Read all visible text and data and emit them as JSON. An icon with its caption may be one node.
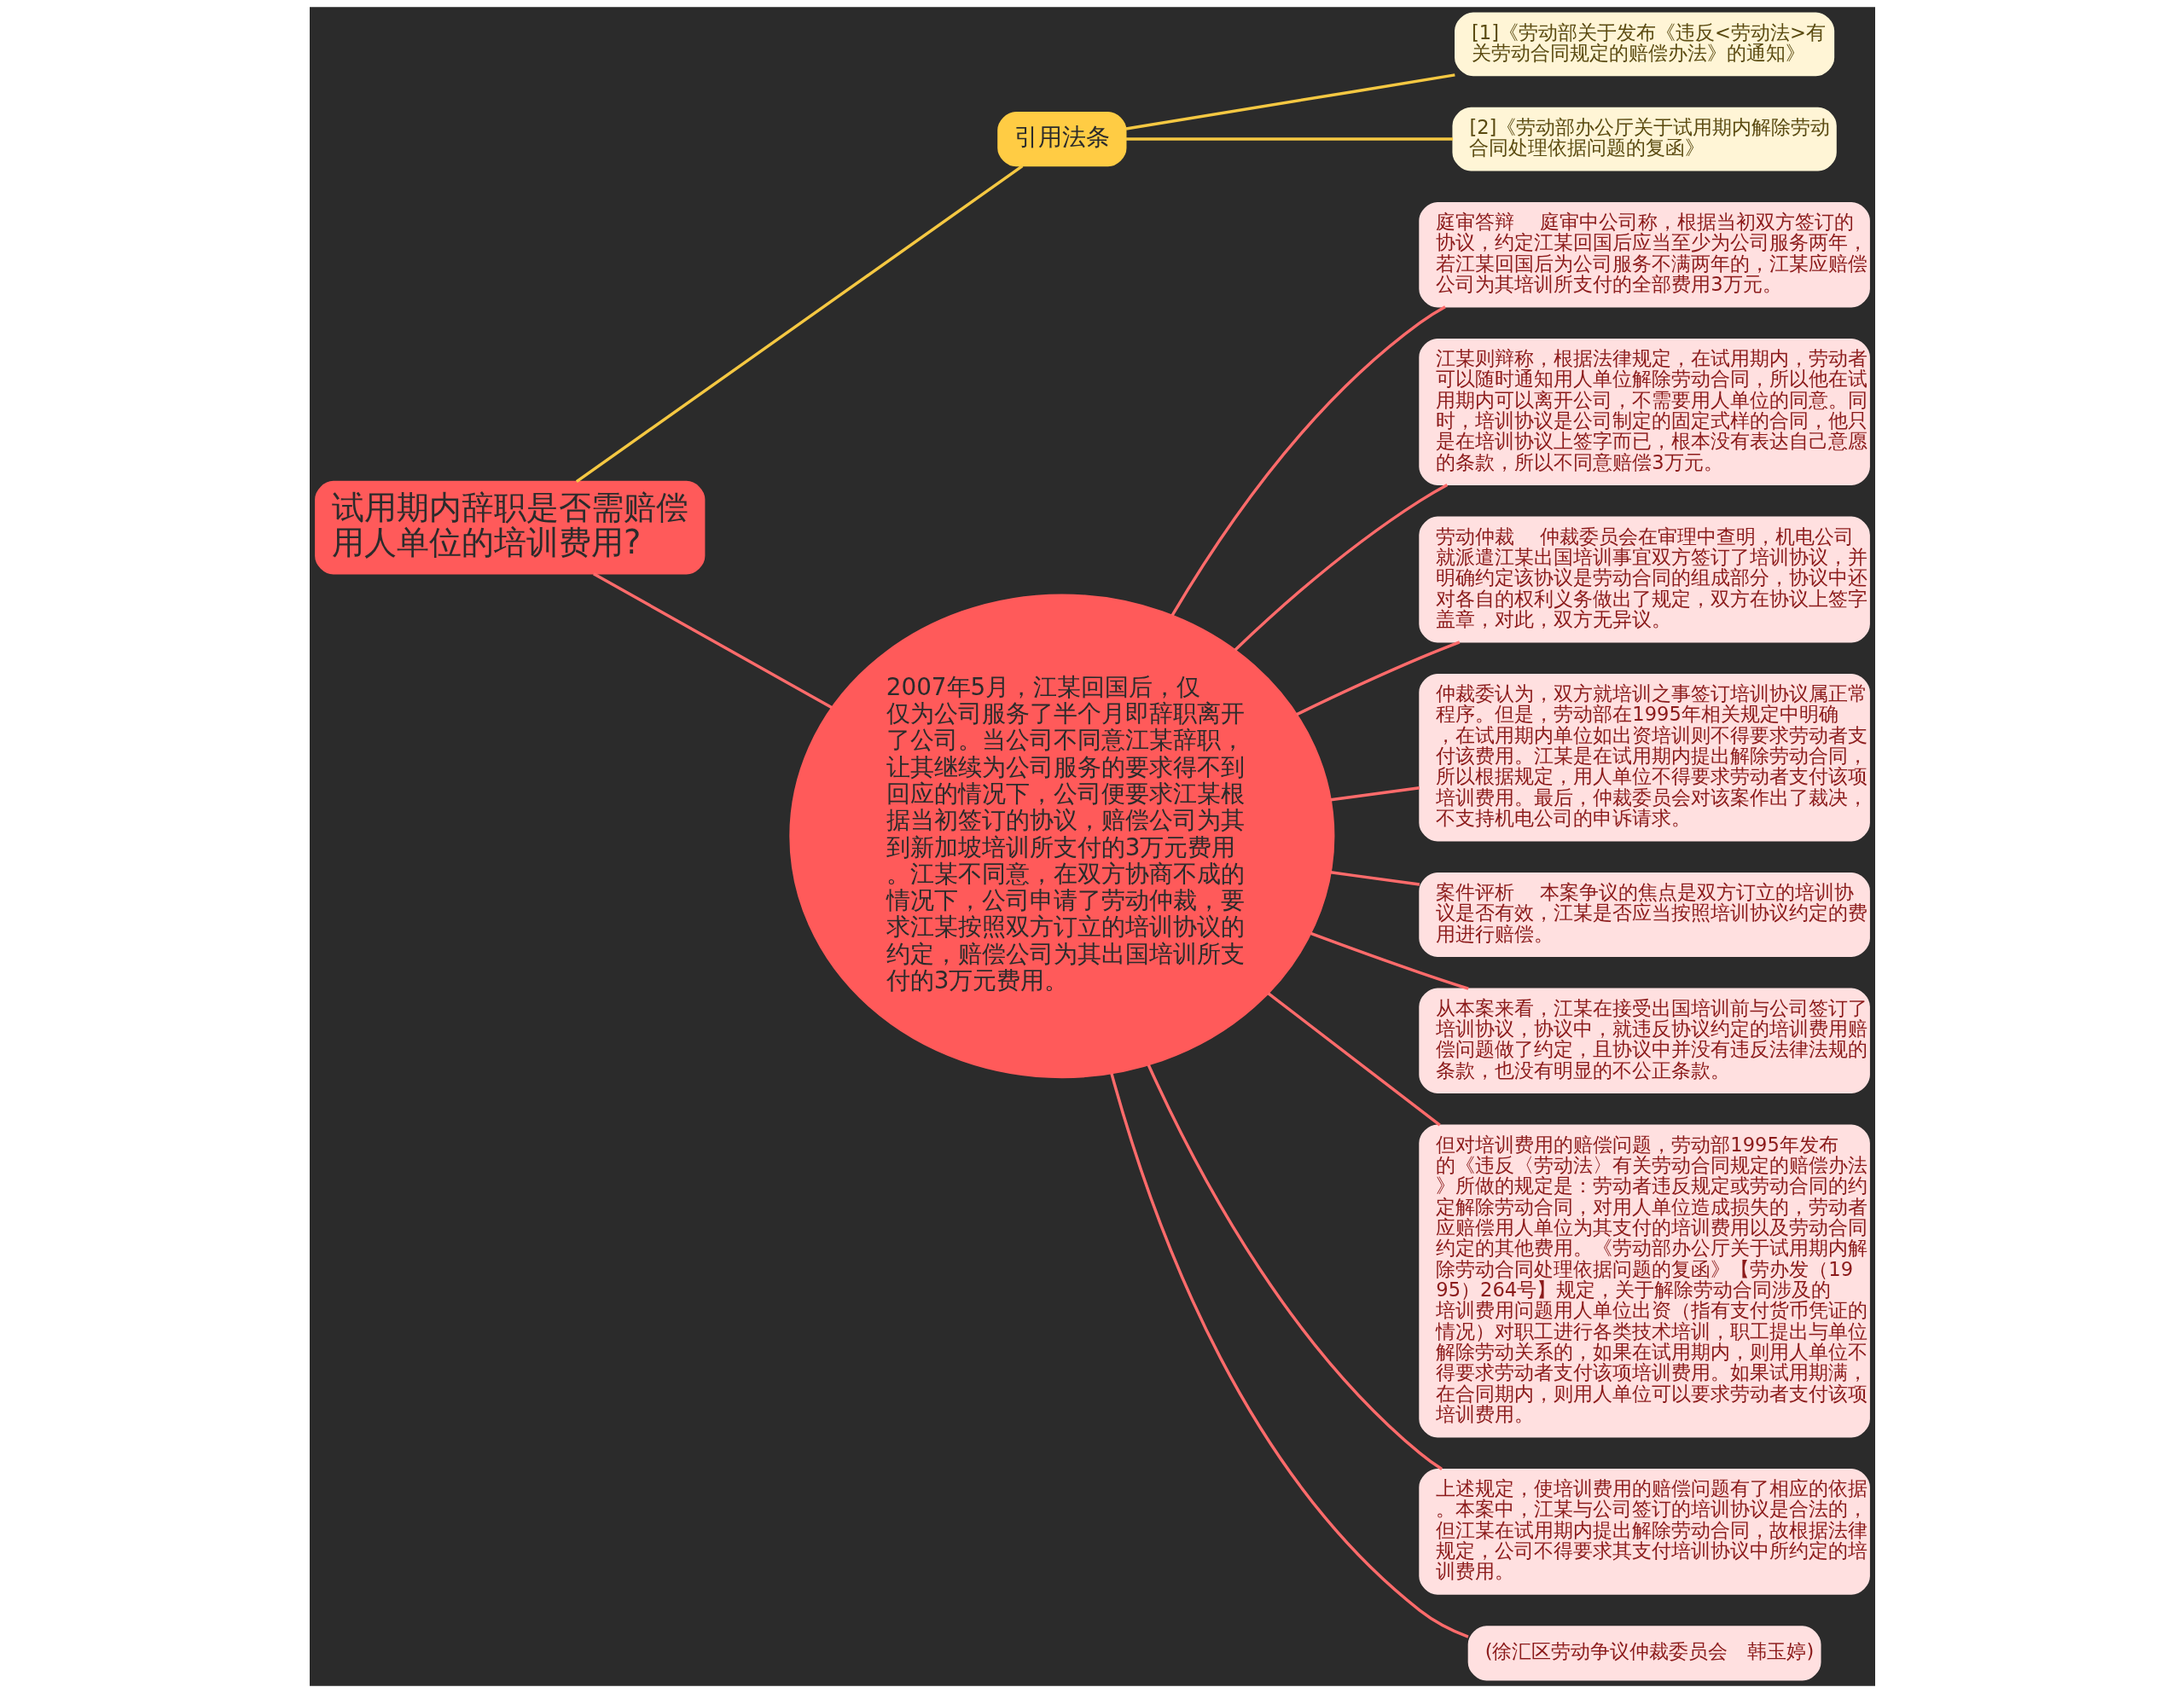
{
  "diagram": {
    "nodes": [
      {
        "text": [
          "试用期内辞职是否需赔偿用人单位的培训费用?"
        ]
      },
      {
        "text": [
          "引用法条"
        ]
      },
      {
        "text": [
          "[1]《劳动部关于发布《违反<劳动法>有关劳动合同规定的赔偿办法》的通知》"
        ]
      },
      {
        "text": [
          "[2]《劳动部办公厅关于试用期内解除劳动合同处理依据问题的复函》"
        ]
      },
      {
        "text": [
          "2007年5月，江某回国后，仅仅为公司服务了半个月即辞职离开了公司。当公司不同意江某辞职，让其继续为公司服务的要求得不到回应的情况下，公司便要求江某根据当初签订的协议，赔偿公司为其到新加坡培训所支付的3万元费用。江某不同意，在双方协商不成的情况下，公司申请了劳动仲裁，要求江某按照双方订立的培训协议的约定，赔偿公司为其出国培训所支付的3万元费用。"
        ]
      },
      {
        "text": [
          "庭审答辩　 庭审中公司称，根据当初双方签订的协议，约定江某回国后应当至少为公司服务两年，若江某回国后为公司服务不满两年的，江某应赔偿公司为其培训所支付的全部费用3万元。"
        ]
      },
      {
        "text": [
          "江某则辩称，根据法律规定，在试用期内，劳动者可以随时通知用人单位解除劳动合同，所以他在试用期内可以离开公司，不需要用人单位的同意。同时，培训协议是公司制定的固定式样的合同，他只是在培训协议上签字而已，根本没有表达自己意愿的条款，所以不同意赔偿3万元。"
        ]
      },
      {
        "text": [
          "劳动仲裁　 仲裁委员会在审理中查明，机电公司就派遣江某出国培训事宜双方签订了培训协议，并明确约定该协议是劳动合同的组成部分，协议中还对各自的权利义务做出了规定，双方在协议上签字盖章，对此，双方无异议。"
        ]
      },
      {
        "text": [
          "仲裁委认为，双方就培训之事签订培训协议属正常程序。但是，劳动部在1995年相关规定中明确，在试用期内单位如出资培训则不得要求劳动者支付该费用。江某是在试用期内提出解除劳动合同，所以根据规定，用人单位不得要求劳动者支付该项培训费用。最后，仲裁委员会对该案作出了裁决，不支持机电公司的申诉请求。"
        ]
      },
      {
        "text": [
          "案件评析　 本案争议的焦点是双方订立的培训协议是否有效，江某是否应当按照培训协议约定的费用进行赔偿。"
        ]
      },
      {
        "text": [
          "从本案来看，江某在接受出国培训前与公司签订了培训协议，协议中，就违反协议约定的培训费用赔偿问题做了约定，且协议中并没有违反法律法规的条款，也没有明显的不公正条款。"
        ]
      },
      {
        "text": [
          "但对培训费用的赔偿问题，劳动部1995年发布的《违反〈劳动法〉有关劳动合同规定的赔偿办法》所做的规定是：劳动者违反规定或劳动合同的约定解除劳动合同，对用人单位造成损失的，劳动者应赔偿用人单位为其支付的培训费用以及劳动合同约定的其他费用。《劳动部办公厅关于试用期内解除劳动合同处理依据问题的复函》【劳办发（1995）264号】规定，关于解除劳动合同涉及的培训费用问题用人单位出资（指有支付货币凭证的情况）对职工进行各类技术培训，职工提出与单位解除劳动关系的，如果在试用期内，则用人单位不得要求劳动者支付该项培训费用。如果试用期满，在合同期内，则用人单位可以要求劳动者支付该项培训费用。"
        ]
      },
      {
        "text": [
          "上述规定，使培训费用的赔偿问题有了相应的依据。本案中，江某与公司签订的培训协议是合法的，但江某在试用期内提出解除劳动合同，故根据法律规定，公司不得要求其支付培训协议中所约定的培训费用。"
        ]
      },
      {
        "text": [
          "(徐汇区劳动争议仲裁委员会　韩玉婷)"
        ]
      }
    ],
    "edges": [
      {
        "from": 0,
        "to": 1,
        "arrow": "none",
        "color": "#f5c842"
      },
      {
        "from": 1,
        "to": 2,
        "arrow": "none",
        "color": "#f5c842"
      },
      {
        "from": 1,
        "to": 3,
        "arrow": "none",
        "color": "#f5c842"
      },
      {
        "from": 0,
        "to": 4,
        "arrow": "none"
      },
      {
        "from": 4,
        "to": 5,
        "arrow": "none"
      },
      {
        "from": 4,
        "to": 6,
        "arrow": "none"
      },
      {
        "from": 4,
        "to": 7,
        "arrow": "none"
      },
      {
        "from": 4,
        "to": 8,
        "arrow": "none"
      },
      {
        "from": 4,
        "to": 9,
        "arrow": "none"
      },
      {
        "from": 4,
        "to": 10,
        "arrow": "none"
      },
      {
        "from": 4,
        "to": 11,
        "arrow": "none"
      },
      {
        "from": 4,
        "to": 12,
        "arrow": "none"
      },
      {
        "from": 4,
        "to": 13,
        "arrow": "none"
      }
    ]
  }
}
